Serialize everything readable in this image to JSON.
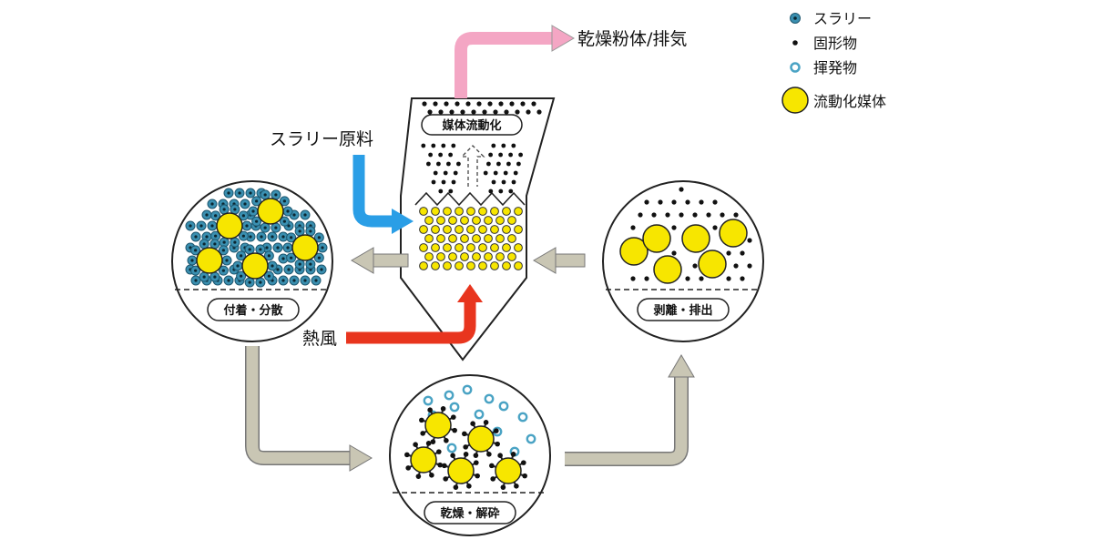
{
  "diagram": {
    "labels": {
      "dried_powder_exhaust": "乾燥粉体/排気",
      "slurry_feed": "スラリー原料",
      "hot_air": "熱風",
      "vessel_label": "媒体流動化"
    },
    "stages": {
      "adhesion_dispersion": "付着・分散",
      "drying_crushing": "乾燥・解砕",
      "peeling_discharge": "剥離・排出"
    },
    "legend": [
      {
        "label": "スラリー",
        "symbol": "slurry-dot"
      },
      {
        "label": "固形物",
        "symbol": "solid-dot"
      },
      {
        "label": "揮発物",
        "symbol": "volatile-ring"
      },
      {
        "label": "流動化媒体",
        "symbol": "media-circle"
      }
    ],
    "colors": {
      "media": "#f7e600",
      "slurry": "#3a8fb0",
      "volatile": "#4aa3c4",
      "exhaust_arrow": "#f4a6c4",
      "slurry_arrow": "#2a9ee6",
      "hot_air_arrow": "#e8351e",
      "flow_arrow": "#c9c6b4"
    }
  }
}
